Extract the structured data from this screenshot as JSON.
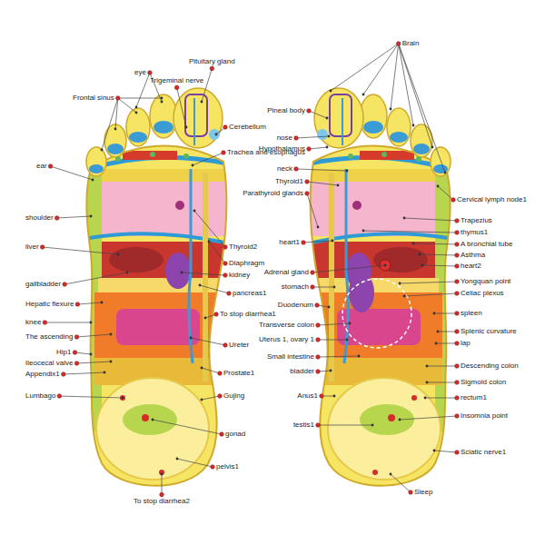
{
  "diagram": {
    "labels": [
      "Frontal sinus",
      "eye",
      "Trigeminal nerve",
      "Pituitary gland",
      "Cerebellum",
      "Trachea and esophagus",
      "ear",
      "shoulder",
      "liver",
      "Thyroid2",
      "Diaphragm",
      "kidney",
      "gallbladder",
      "pancreas1",
      "Hepatic flexure",
      "To stop diarrhea1",
      "knee",
      "The ascending",
      "Ureter",
      "Hip1",
      "Ileocecal valve",
      "Prostate1",
      "Appendix1",
      "Lumbago",
      "Gujing",
      "gonad",
      "pelvis1",
      "To stop diarrhea2",
      "Brain",
      "Pineal body",
      "nose",
      "Hypothalamus",
      "neck",
      "Thyroid1",
      "Parathyroid glands",
      "Cervical lymph node1",
      "Trapezius",
      "thymus1",
      "A bronchial tube",
      "Asthma",
      "heart1",
      "heart2",
      "Adrenal gland",
      "stomach",
      "Yongquan point",
      "Celiac plexus",
      "Duodenum",
      "Transverse colon",
      "spleen",
      "Uterus 1, ovary 1",
      "Splenic curvature",
      "lap",
      "Small intestine",
      "Descending colon",
      "bladder",
      "Sigmoid colon",
      "Anus1",
      "rectum1",
      "Insomnia point",
      "testis1",
      "Sciatic nerve1",
      "Sleep"
    ]
  }
}
